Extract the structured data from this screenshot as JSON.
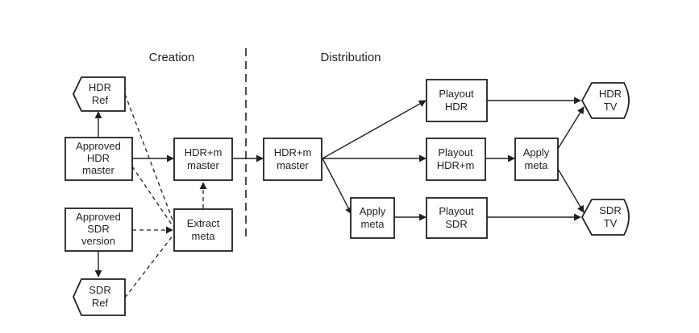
{
  "sections": {
    "creation": "Creation",
    "distribution": "Distribution"
  },
  "nodes": {
    "hdr_ref": [
      "HDR",
      "Ref"
    ],
    "approved_hdr_master": [
      "Approved",
      "HDR",
      "master"
    ],
    "approved_sdr_version": [
      "Approved",
      "SDR",
      "version"
    ],
    "sdr_ref": [
      "SDR",
      "Ref"
    ],
    "hdrm_master_creation": [
      "HDR+m",
      "master"
    ],
    "extract_meta": [
      "Extract",
      "meta"
    ],
    "hdrm_master_distribution": [
      "HDR+m",
      "master"
    ],
    "apply_meta_sdr": [
      "Apply",
      "meta"
    ],
    "playout_hdr": [
      "Playout",
      "HDR"
    ],
    "playout_hdrm": [
      "Playout",
      "HDR+m"
    ],
    "playout_sdr": [
      "Playout",
      "SDR"
    ],
    "apply_meta_hdr": [
      "Apply",
      "meta"
    ],
    "hdr_tv": [
      "HDR",
      "TV"
    ],
    "sdr_tv": [
      "SDR",
      "TV"
    ]
  },
  "edges": [
    {
      "from": "approved_hdr_master",
      "to": "hdr_ref",
      "style": "solid"
    },
    {
      "from": "approved_sdr_version",
      "to": "sdr_ref",
      "style": "solid"
    },
    {
      "from": "approved_hdr_master",
      "to": "hdrm_master_creation",
      "style": "solid"
    },
    {
      "from": "extract_meta",
      "to": "hdrm_master_creation",
      "style": "dashed"
    },
    {
      "from": "hdr_ref",
      "to": "extract_meta",
      "style": "dashed"
    },
    {
      "from": "approved_hdr_master",
      "to": "extract_meta",
      "style": "dashed"
    },
    {
      "from": "approved_sdr_version",
      "to": "extract_meta",
      "style": "dashed"
    },
    {
      "from": "sdr_ref",
      "to": "extract_meta",
      "style": "dashed"
    },
    {
      "from": "hdrm_master_creation",
      "to": "hdrm_master_distribution",
      "style": "solid"
    },
    {
      "from": "hdrm_master_distribution",
      "to": "playout_hdr",
      "style": "solid"
    },
    {
      "from": "hdrm_master_distribution",
      "to": "playout_hdrm",
      "style": "solid"
    },
    {
      "from": "hdrm_master_distribution",
      "to": "apply_meta_sdr",
      "style": "solid"
    },
    {
      "from": "apply_meta_sdr",
      "to": "playout_sdr",
      "style": "solid"
    },
    {
      "from": "playout_hdrm",
      "to": "apply_meta_hdr",
      "style": "solid"
    },
    {
      "from": "playout_hdr",
      "to": "hdr_tv",
      "style": "solid"
    },
    {
      "from": "apply_meta_hdr",
      "to": "hdr_tv",
      "style": "solid"
    },
    {
      "from": "apply_meta_hdr",
      "to": "sdr_tv",
      "style": "solid"
    },
    {
      "from": "playout_sdr",
      "to": "sdr_tv",
      "style": "solid"
    }
  ]
}
